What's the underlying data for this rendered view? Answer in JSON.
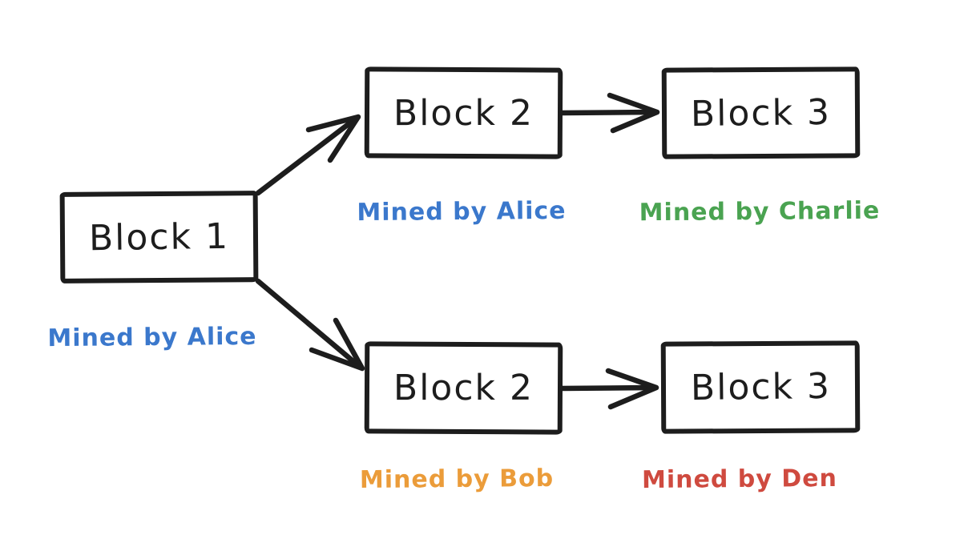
{
  "diagram": {
    "colors": {
      "stroke": "#1d1d1d",
      "background": "#ffffff",
      "blue": "#3b78cc",
      "green": "#4aa351",
      "orange": "#eb9c3a",
      "red": "#cf4a3f"
    },
    "nodes": [
      {
        "id": "block1",
        "label": "Block 1",
        "miner": "Mined by Alice",
        "miner_color": "#3b78cc"
      },
      {
        "id": "block2-top",
        "label": "Block 2",
        "miner": "Mined by Alice",
        "miner_color": "#3b78cc"
      },
      {
        "id": "block3-top",
        "label": "Block 3",
        "miner": "Mined by Charlie",
        "miner_color": "#4aa351"
      },
      {
        "id": "block2-bottom",
        "label": "Block 2",
        "miner": "Mined by Bob",
        "miner_color": "#eb9c3a"
      },
      {
        "id": "block3-bottom",
        "label": "Block 3",
        "miner": "Mined by Den",
        "miner_color": "#cf4a3f"
      }
    ],
    "edges": [
      {
        "from": "block1",
        "to": "block2-top"
      },
      {
        "from": "block1",
        "to": "block2-bottom"
      },
      {
        "from": "block2-top",
        "to": "block3-top"
      },
      {
        "from": "block2-bottom",
        "to": "block3-bottom"
      }
    ]
  }
}
